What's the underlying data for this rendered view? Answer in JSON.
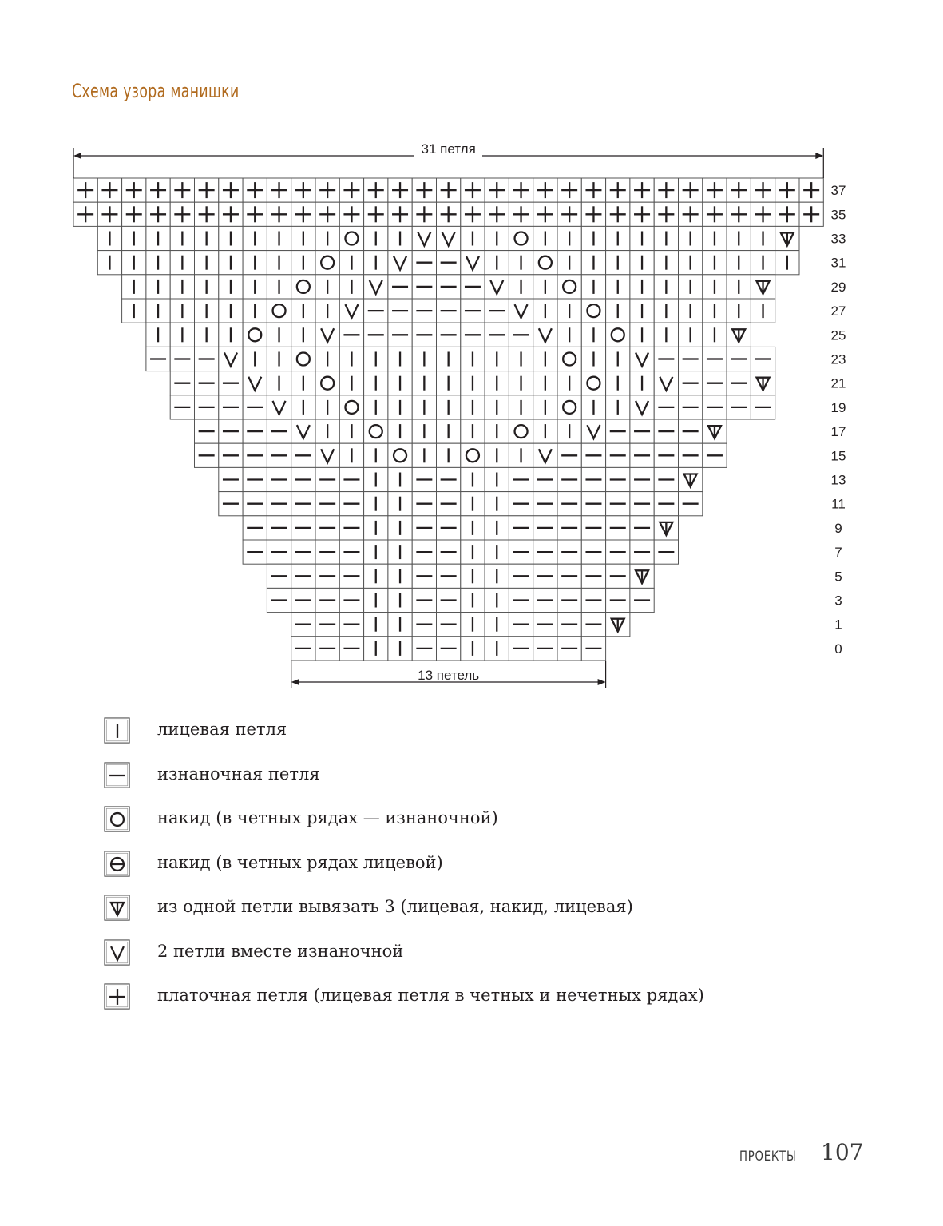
{
  "title": "Схема узора манишки",
  "top_width_label": "31 петля",
  "bottom_width_label": "13 петель",
  "chart_data": {
    "type": "knitting-chart",
    "symbols": {
      "K": "лицевая петля",
      "P": "изнаночная петля",
      "O": "накид (в четных рядах — изнаночной)",
      "T": "из одной петли вывязать 3 (лицевая, накид, лицевая)",
      "V": "2 петли вместе изнаночной",
      "G": "платочная петля (лицевая петля в четных и нечетных рядах)"
    },
    "rows": [
      {
        "label": "37",
        "start": 0,
        "cells": "GGGGGGGGGGGGGGGGGGGGGGGGGGGGGGG"
      },
      {
        "label": "35",
        "start": 0,
        "cells": "GGGGGGGGGGGGGGGGGGGGGGGGGGGGGGG"
      },
      {
        "label": "33",
        "start": 1,
        "cells": "KKKKKKKKKKOKKVVKKOKKKKKKKKKKT"
      },
      {
        "label": "31",
        "start": 1,
        "cells": "KKKKKKKKKOKKVPPVKKOKKKKKKKKKK"
      },
      {
        "label": "29",
        "start": 2,
        "cells": "KKKKKKKOKKVPPPPVKKOKKKKKKKT"
      },
      {
        "label": "27",
        "start": 2,
        "cells": "KKKKKKOKKVPPPPPPVKKOKKKKKKK"
      },
      {
        "label": "25",
        "start": 3,
        "cells": "KKKKOKKVPPPPPPPPVKKOKKKKT"
      },
      {
        "label": "23",
        "start": 3,
        "cells": "PPPVKKOKKKKKKKKKKOKKVPPPPP"
      },
      {
        "label": "21",
        "start": 4,
        "cells": "PPPVKKOKKKKKKKKKKOKKVPPPT"
      },
      {
        "label": "19",
        "start": 4,
        "cells": "PPPPVKKOKKKKKKKKOKKVPPPPP"
      },
      {
        "label": "17",
        "start": 5,
        "cells": "PPPPVKKOKKKKKOKKVPPPPT"
      },
      {
        "label": "15",
        "start": 5,
        "cells": "PPPPPVKKOKKOKKVPPPPPPP"
      },
      {
        "label": "13",
        "start": 6,
        "cells": "PPPPPPKKPPKKPPPPPPPT"
      },
      {
        "label": "11",
        "start": 6,
        "cells": "PPPPPPKKPPKKPPPPPPPP"
      },
      {
        "label": "9",
        "start": 7,
        "cells": "PPPPPKKPPKKPPPPPPT"
      },
      {
        "label": "7",
        "start": 7,
        "cells": "PPPPPKKPPKKPPPPPPP"
      },
      {
        "label": "5",
        "start": 8,
        "cells": "PPPPKKPPKKPPPPPT"
      },
      {
        "label": "3",
        "start": 8,
        "cells": "PPPPKKPPKKPPPPPP"
      },
      {
        "label": "1",
        "start": 9,
        "cells": "PPPKKPPKKPPPPT"
      },
      {
        "label": "0",
        "start": 9,
        "cells": "PPPKKPPKKPPPP"
      }
    ]
  },
  "legend": [
    {
      "symbol": "K",
      "label": "лицевая петля"
    },
    {
      "symbol": "P",
      "label": "изнаночная петля"
    },
    {
      "symbol": "O",
      "label": "накид (в четных рядах — изнаночной)"
    },
    {
      "symbol": "OM",
      "label": "накид (в четных рядах лицевой)"
    },
    {
      "symbol": "T",
      "label": "из одной петли вывязать 3 (лицевая, накид, лицевая)"
    },
    {
      "symbol": "V",
      "label": "2 петли вместе изнаночной"
    },
    {
      "symbol": "G",
      "label": "платочная петля (лицевая петля в четных и нечетных рядах)"
    }
  ],
  "footer": {
    "section": "ПРОЕКТЫ",
    "page_number": "107"
  },
  "colors": {
    "title": "#b06a1e",
    "ink": "#231f20",
    "grid": "#555555"
  }
}
